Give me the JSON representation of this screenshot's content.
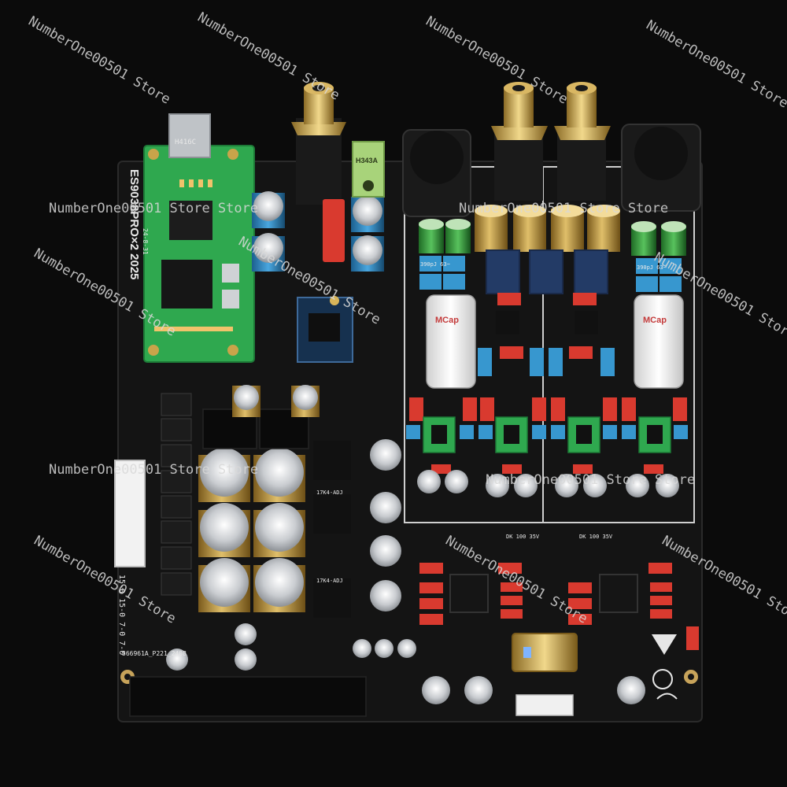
{
  "image": {
    "subject": "DAC audio board",
    "colors": {
      "background": "#0b0b0b",
      "pcb": "#121212",
      "green_module": "#2fa84f",
      "gold": "#c9a44a",
      "red": "#d93a2f",
      "blue": "#2e86c1"
    }
  },
  "watermarks": [
    {
      "text": "NumberOne00501 Store"
    },
    {
      "text": "NumberOne00501 Store"
    },
    {
      "text": "NumberOne00501 Store"
    },
    {
      "text": "NumberOne00501 Store"
    },
    {
      "text": "NumberOne00501 Store Store"
    },
    {
      "text": "NumberOne00501 Store"
    },
    {
      "text": "NumberOne00501 Store"
    },
    {
      "text": "NumberOne00501 Store Store"
    },
    {
      "text": "NumberOne00501 Store"
    },
    {
      "text": "NumberOne00501 Store Store"
    },
    {
      "text": "NumberOne00501 Store Store"
    },
    {
      "text": "NumberOne00501 Store"
    },
    {
      "text": "NumberOne00501 Store"
    },
    {
      "text": "NumberOne00501 Store"
    }
  ],
  "labels": {
    "module": "ES9038PRO×2 2025",
    "module_date": "24-8-31",
    "usb_chip": "H416C",
    "headphone_jack": "H343A",
    "cap_value_a": "390pJ 63~",
    "cap_value_b": "390pJ 63~",
    "board_code": "566961A_P221_2408",
    "regulator": "17K4-ADJ",
    "regulator_b": "17K4-ADJ",
    "pins": "15-0 15-0 7-0 7-0",
    "right_cap": "DK 100 35V",
    "mid_cap": "DK 100 35V"
  }
}
